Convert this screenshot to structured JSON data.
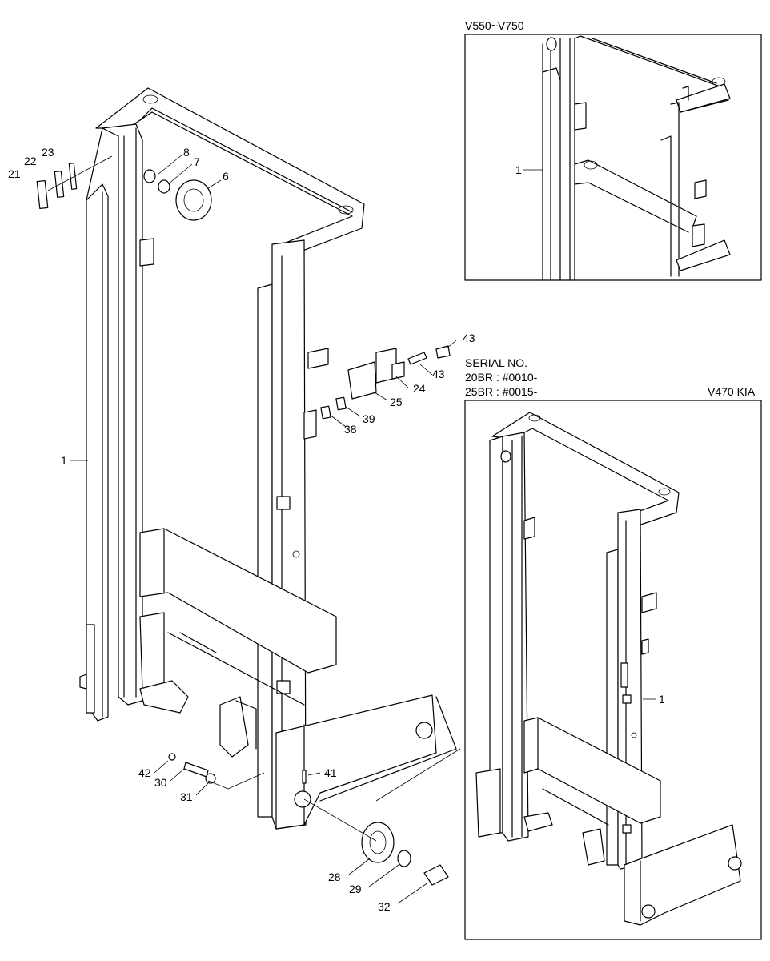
{
  "inset_top": {
    "title": "V550~V750",
    "callout": "1"
  },
  "serial": {
    "line1": "SERIAL NO.",
    "line2": "20BR : #0010-",
    "line3": "25BR : #0015-"
  },
  "inset_bottom": {
    "title": "V470 KIA",
    "callout": "1"
  },
  "callouts": {
    "p1": "1",
    "p6": "6",
    "p7": "7",
    "p8": "8",
    "p21": "21",
    "p22": "22",
    "p23": "23",
    "p24": "24",
    "p25": "25",
    "p28": "28",
    "p29": "29",
    "p30": "30",
    "p31": "31",
    "p32": "32",
    "p38": "38",
    "p39": "39",
    "p41": "41",
    "p42": "42",
    "p43a": "43",
    "p43b": "43"
  }
}
